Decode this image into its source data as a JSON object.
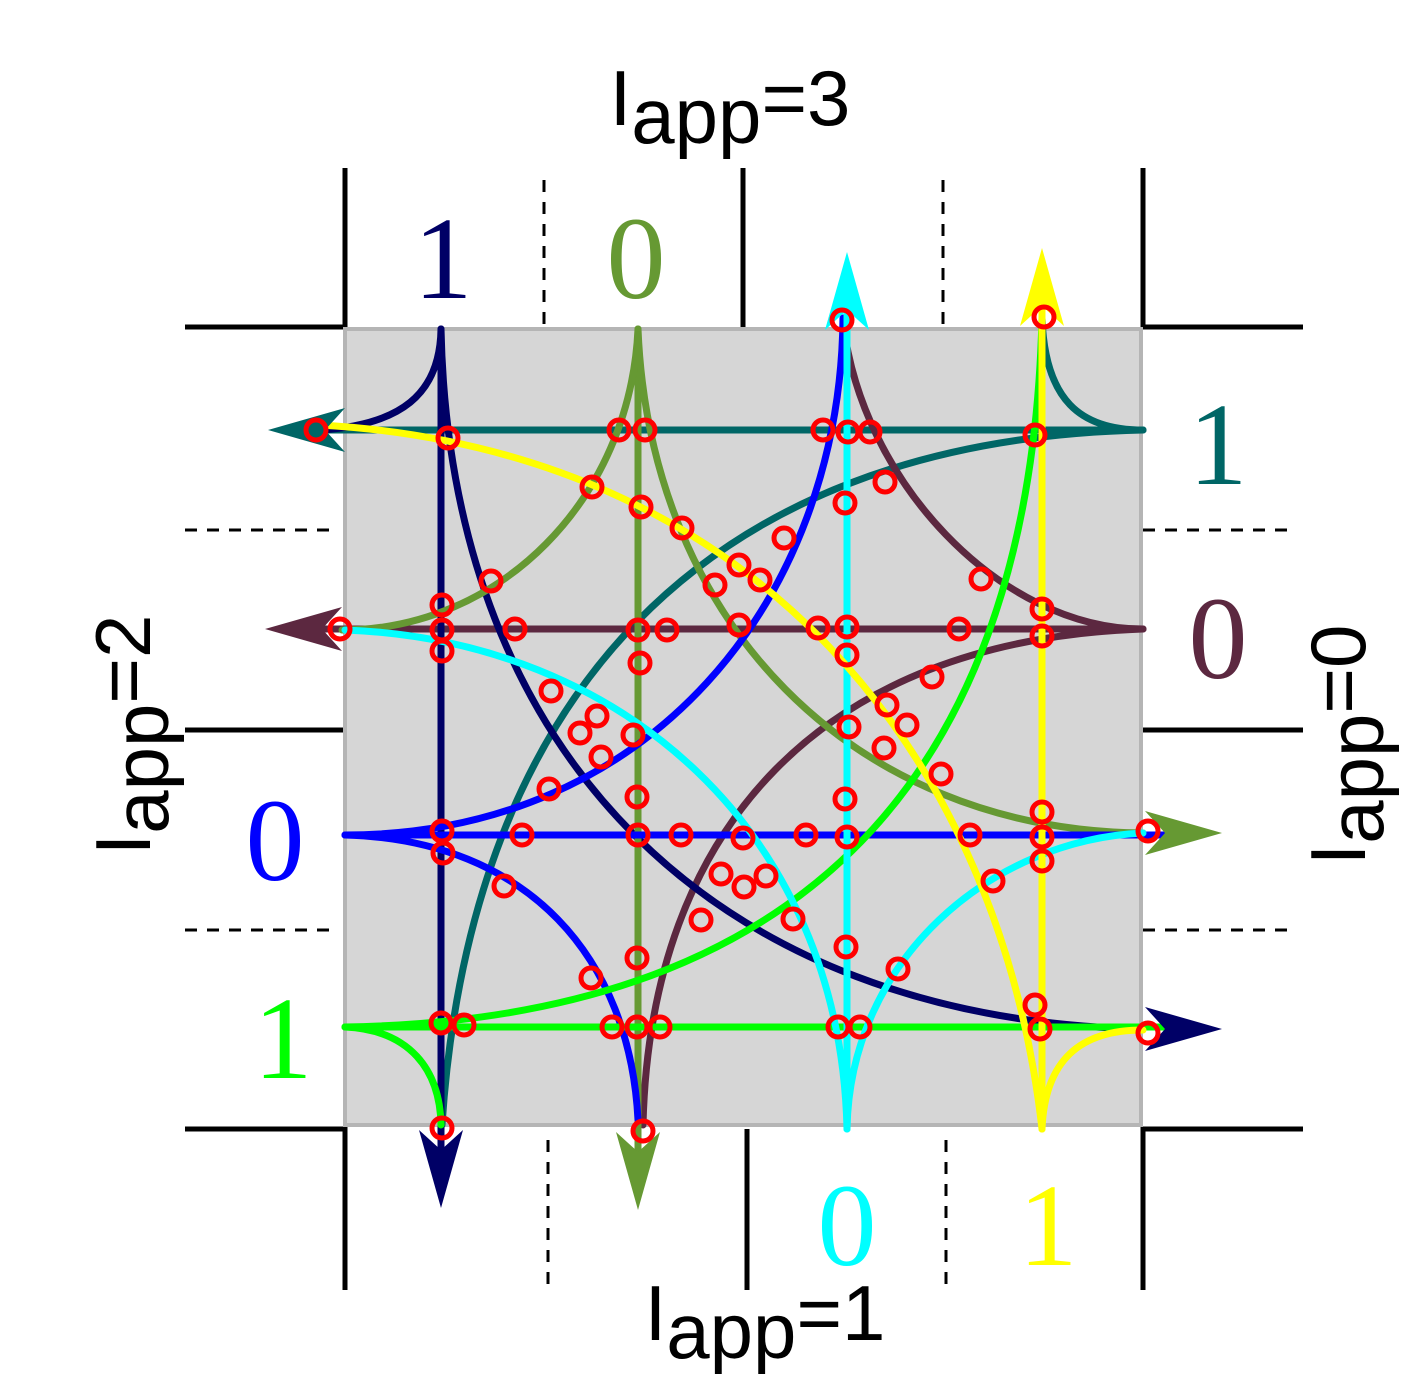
{
  "colors": {
    "box_fill": "#d6d6d6",
    "box_stroke": "#b5b5b5",
    "frame": "#000000",
    "marker": "#ff0000",
    "navy": "#000066",
    "olive": "#669933",
    "blue": "#0000ff",
    "lime": "#00ff00",
    "cyan": "#00ffff",
    "yellow": "#ffff00",
    "teal": "#006666",
    "maroon": "#5c2840"
  },
  "side_labels": {
    "top": {
      "main": "I",
      "sub": "app",
      "rest": "=3"
    },
    "bottom": {
      "main": "I",
      "sub": "app",
      "rest": "=1"
    },
    "left": {
      "main": "I",
      "sub": "app",
      "rest": "=2"
    },
    "right": {
      "main": "I",
      "sub": "app",
      "rest": "=0"
    }
  },
  "port_labels": {
    "top_navy": {
      "text": "1",
      "color_key": "navy"
    },
    "top_olive": {
      "text": "0",
      "color_key": "olive"
    },
    "right_teal": {
      "text": "1",
      "color_key": "teal"
    },
    "right_maroon": {
      "text": "0",
      "color_key": "maroon"
    },
    "left_blue": {
      "text": "0",
      "color_key": "blue"
    },
    "left_lime": {
      "text": "1",
      "color_key": "lime"
    },
    "bottom_cyan": {
      "text": "0",
      "color_key": "cyan"
    },
    "bottom_yellow": {
      "text": "1",
      "color_key": "yellow"
    }
  }
}
